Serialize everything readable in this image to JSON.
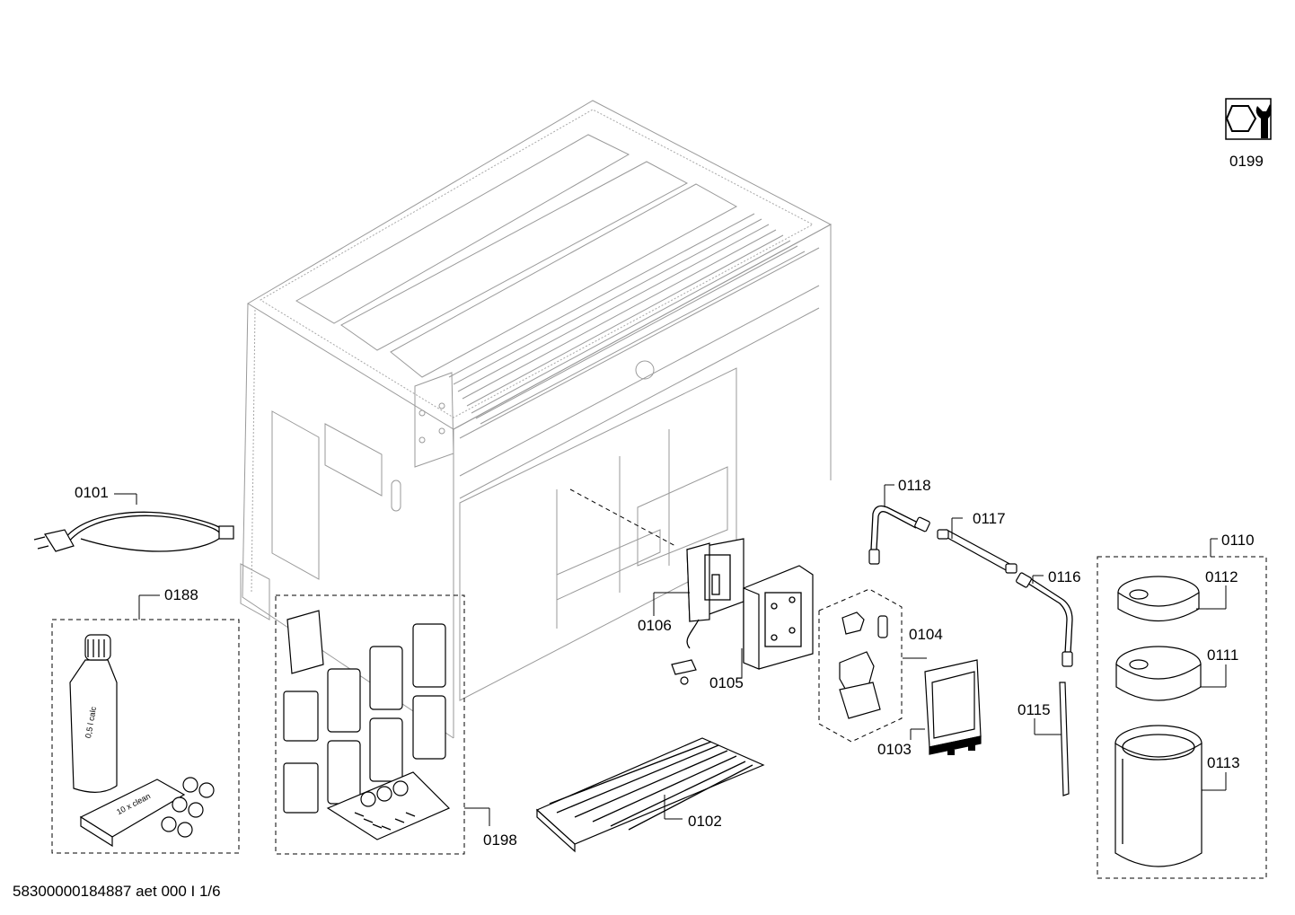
{
  "diagram": {
    "document_id": "58300000184887 aet 000 I 1/6",
    "callouts": {
      "p0101": "0101",
      "p0102": "0102",
      "p0103": "0103",
      "p0104": "0104",
      "p0105": "0105",
      "p0106": "0106",
      "p0110": "0110",
      "p0111": "0111",
      "p0112": "0112",
      "p0113": "0113",
      "p0115": "0115",
      "p0116": "0116",
      "p0117": "0117",
      "p0118": "0118",
      "p0188": "0188",
      "p0198": "0198",
      "p0199": "0199"
    },
    "part_text": {
      "bottle_label": "0,5 l calc",
      "tablet_label": "10 x clean"
    },
    "icons": {
      "service_tool": "wrench-nut-icon"
    }
  }
}
